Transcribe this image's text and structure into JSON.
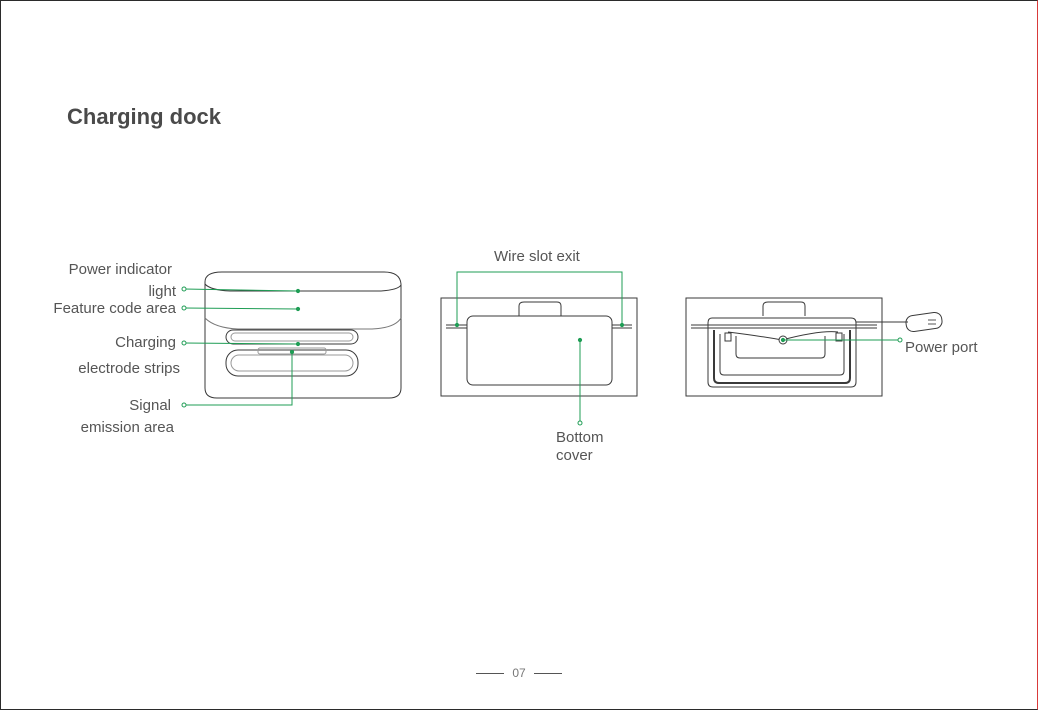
{
  "page": {
    "title": "Charging dock",
    "page_number": "07"
  },
  "diagram": {
    "front_labels": {
      "power_indicator_line1": "Power indicator",
      "power_indicator_line2": "light",
      "feature_code_area": "Feature code area",
      "charging_line1": "Charging",
      "charging_line2": "electrode strips",
      "signal_line1": "Signal",
      "signal_line2": "emission area"
    },
    "bottom_labels": {
      "wire_slot_exit": "Wire slot exit",
      "bottom_cover_line1": "Bottom",
      "bottom_cover_line2": "cover"
    },
    "inner_labels": {
      "power_port": "Power port"
    },
    "colors": {
      "callout": "#1f9d55",
      "outline": "#3a3a3a"
    }
  }
}
